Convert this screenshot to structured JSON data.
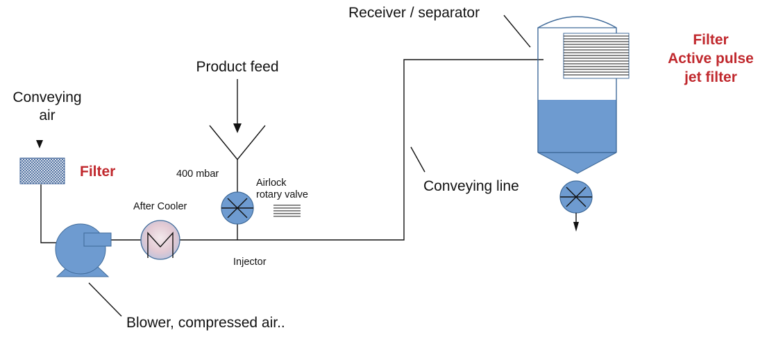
{
  "labels": {
    "conveying_air_1": "Conveying",
    "conveying_air_2": "air",
    "inlet_filter": "Filter",
    "product_feed": "Product feed",
    "pressure": "400 mbar",
    "airlock_1": "Airlock",
    "airlock_2": "rotary valve",
    "after_cooler": "After Cooler",
    "injector": "Injector",
    "blower": "Blower, compressed air..",
    "conveying_line": "Conveying line",
    "receiver": "Receiver / separator",
    "receiver_filter_1": "Filter",
    "receiver_filter_2": "Active pulse",
    "receiver_filter_3": "jet filter"
  },
  "colors": {
    "equipment_fill": "#6e9bd0",
    "equipment_stroke": "#3f6a99",
    "filter_label": "#c0282d",
    "line": "#111111"
  },
  "icons": {
    "inlet_filter": "crosshatch-filter-icon",
    "blower": "blower-pump-icon",
    "after_cooler": "heat-exchanger-icon",
    "rotary_valve": "rotary-valve-icon",
    "discharge_valve": "rotary-valve-icon"
  }
}
